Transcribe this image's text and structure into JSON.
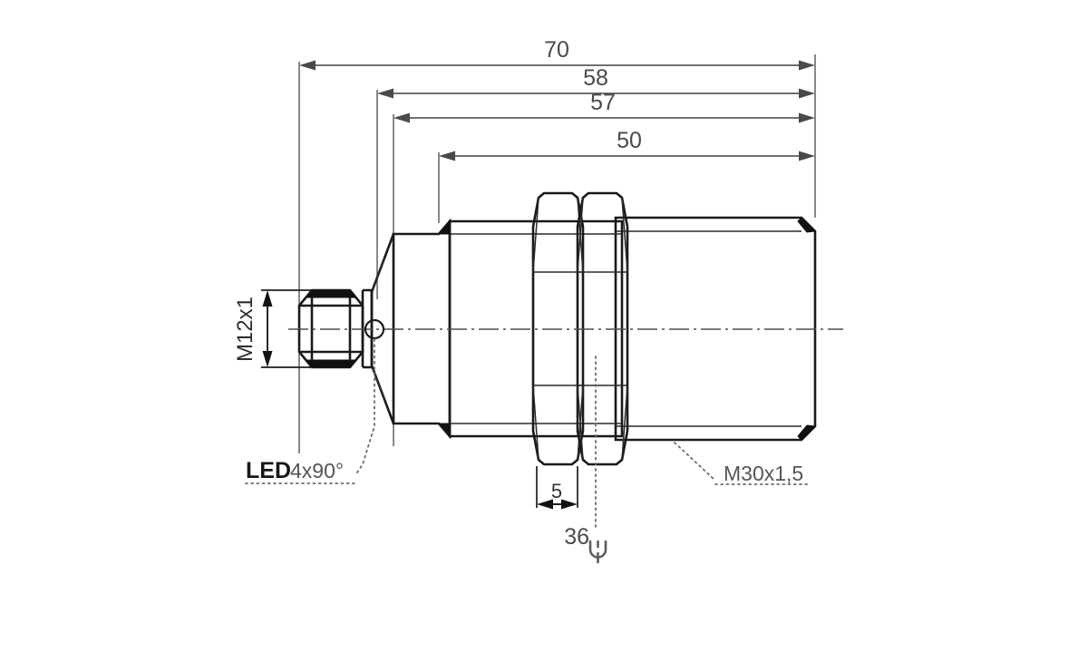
{
  "drawing": {
    "title": "Inductive proximity sensor dimensional drawing",
    "type": "technical-drawing-2d-side-view",
    "units": "mm",
    "background_color": "#ffffff",
    "line_color": "#1a1a1a",
    "dimension_color": "#4a4a4a"
  },
  "dimensions": {
    "horizontal": [
      {
        "id": "total-length",
        "value": "70",
        "position": "top-1"
      },
      {
        "id": "length-58",
        "value": "58",
        "position": "top-2"
      },
      {
        "id": "length-57",
        "value": "57",
        "position": "top-3"
      },
      {
        "id": "length-50",
        "value": "50",
        "position": "top-4"
      },
      {
        "id": "nut-width",
        "value": "5",
        "position": "bottom-hex"
      }
    ],
    "vertical": [
      {
        "id": "connector-thread",
        "value": "M12x1",
        "position": "left-rotated"
      }
    ]
  },
  "labels": {
    "led": {
      "bold_part": "LED",
      "normal_part": "4x90°",
      "icon": "led-indicator-circle"
    },
    "body_thread": "M30x1,5",
    "wrench_size": "36",
    "wrench_icon": "open-end-wrench-icon"
  },
  "callouts": [
    {
      "name": "led-callout",
      "text": "LED 4x90°",
      "leader": "dotted"
    },
    {
      "name": "thread-callout",
      "text": "M30x1,5",
      "leader": "dotted"
    },
    {
      "name": "wrench-callout",
      "text": "36",
      "leader": "dotted"
    }
  ]
}
